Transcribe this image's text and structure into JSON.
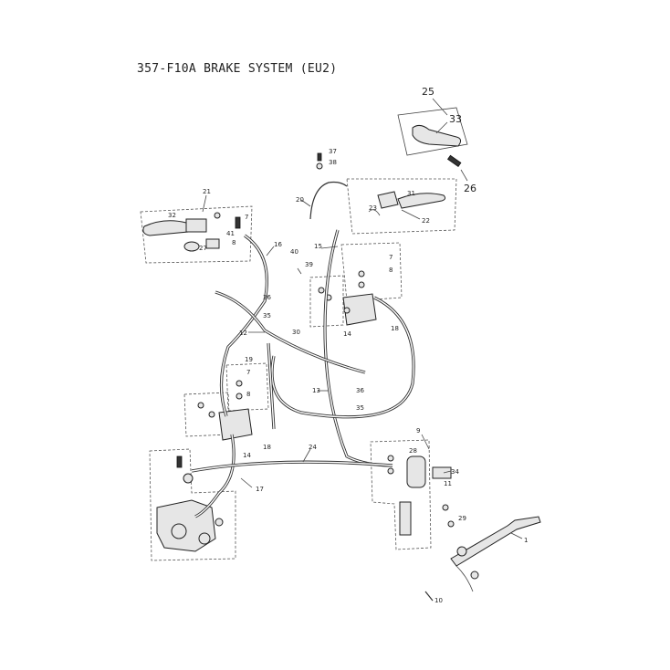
{
  "title": "357-F10A BRAKE SYSTEM (EU2)",
  "callouts": [
    {
      "id": "c25",
      "text": "25"
    },
    {
      "id": "c33",
      "text": "33"
    },
    {
      "id": "c26",
      "text": "26"
    },
    {
      "id": "c37",
      "text": "37"
    },
    {
      "id": "c38",
      "text": "38"
    },
    {
      "id": "c20",
      "text": "20"
    },
    {
      "id": "c21",
      "text": "21"
    },
    {
      "id": "c32",
      "text": "32"
    },
    {
      "id": "c7a",
      "text": "7"
    },
    {
      "id": "c8a",
      "text": "8"
    },
    {
      "id": "c41",
      "text": "41"
    },
    {
      "id": "c27",
      "text": "27"
    },
    {
      "id": "c16",
      "text": "16"
    },
    {
      "id": "c40",
      "text": "40"
    },
    {
      "id": "c39",
      "text": "39"
    },
    {
      "id": "c23",
      "text": "23"
    },
    {
      "id": "c31",
      "text": "31"
    },
    {
      "id": "c22",
      "text": "22"
    },
    {
      "id": "c15",
      "text": "15"
    },
    {
      "id": "c36a",
      "text": "36"
    },
    {
      "id": "c35a",
      "text": "35"
    },
    {
      "id": "c12",
      "text": "12"
    },
    {
      "id": "c30",
      "text": "30"
    },
    {
      "id": "c19",
      "text": "19"
    },
    {
      "id": "c14a",
      "text": "14"
    },
    {
      "id": "c18a",
      "text": "18"
    },
    {
      "id": "c13",
      "text": "13"
    },
    {
      "id": "c36b",
      "text": "36"
    },
    {
      "id": "c35b",
      "text": "35"
    },
    {
      "id": "c14b",
      "text": "14"
    },
    {
      "id": "c18b",
      "text": "18"
    },
    {
      "id": "c24",
      "text": "24"
    },
    {
      "id": "c17",
      "text": "17"
    },
    {
      "id": "c9",
      "text": "9"
    },
    {
      "id": "c28",
      "text": "28"
    },
    {
      "id": "c34",
      "text": "34"
    },
    {
      "id": "c11",
      "text": "11"
    },
    {
      "id": "c29",
      "text": "29"
    },
    {
      "id": "c1",
      "text": "1"
    },
    {
      "id": "c10",
      "text": "10"
    },
    {
      "id": "c7b",
      "text": "7"
    },
    {
      "id": "c8b",
      "text": "8"
    },
    {
      "id": "c7c",
      "text": "7"
    },
    {
      "id": "c8c",
      "text": "8"
    }
  ]
}
